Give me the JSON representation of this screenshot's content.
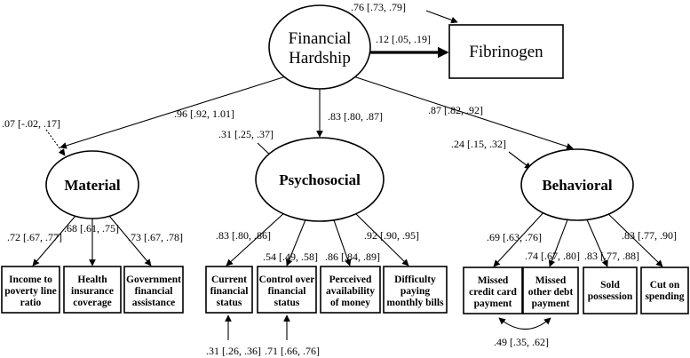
{
  "nodes": {
    "financial_hardship": [
      "Financial",
      "Hardship"
    ],
    "fibrinogen": "Fibrinogen",
    "material": "Material",
    "psychosocial": "Psychosocial",
    "behavioral": "Behavioral",
    "income_ratio": [
      "Income to",
      "poverty line",
      "ratio"
    ],
    "health_insurance": [
      "Health",
      "insurance",
      "coverage"
    ],
    "gov_assistance": [
      "Government",
      "financial",
      "assistance"
    ],
    "current_status": [
      "Current",
      "financial",
      "status"
    ],
    "control_status": [
      "Control over",
      "financial",
      "status"
    ],
    "perceived_money": [
      "Perceived",
      "availability",
      "of money"
    ],
    "difficulty_bills": [
      "Difficulty",
      "paying",
      "monthly bills"
    ],
    "missed_credit": [
      "Missed",
      "credit card",
      "payment"
    ],
    "missed_debt": [
      "Missed",
      "other debt",
      "payment"
    ],
    "sold_possession": [
      "Sold",
      "possession"
    ],
    "cut_spending": [
      "Cut on",
      "spending"
    ]
  },
  "coefficients": {
    "fibrinogen_resid": ".76 [.73, .79]",
    "fh_to_fibrinogen": ".12 [.05, .19]",
    "fh_to_material": ".96 [.92, 1.01]",
    "fh_to_psychosocial": ".83 [.80, .87]",
    "fh_to_behavioral": ".87 [.82, .92]",
    "material_resid": ".07 [-.02, .17]",
    "psychosocial_resid": ".31 [.25, .37]",
    "behavioral_resid": ".24 [.15, .32]",
    "income_ratio": ".72 [.67, .77]",
    "health_insurance": ".68 [.61, .75]",
    "gov_assistance": ".73 [.67, .78]",
    "current_status": ".83 [.80, .86]",
    "control_status": ".54 [.49, .58]",
    "perceived_money": ".86 [.84, .89]",
    "difficulty_bills": ".92 [.90, .95]",
    "missed_credit": ".69 [.63, .76]",
    "missed_debt": ".74 [.67, .80]",
    "sold_possession": ".83 [.77, .88]",
    "cut_spending": ".83 [.77, .90]",
    "current_status_error": ".31 [.26, .36]",
    "control_status_error": ".71 [.66, .76]",
    "credit_debt_covariance": ".49 [.35, .62]"
  }
}
